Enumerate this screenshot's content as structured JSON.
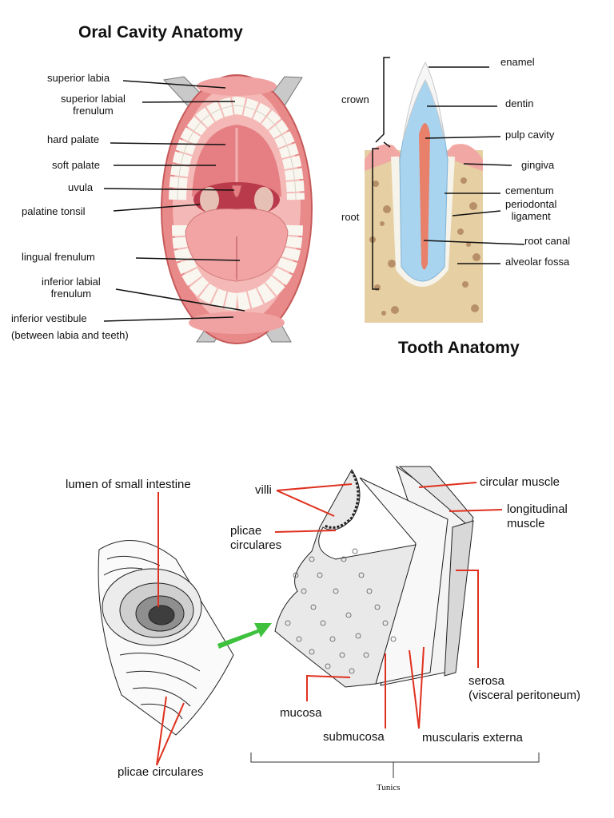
{
  "oral": {
    "title": "Oral Cavity Anatomy",
    "labels": {
      "superior_labia": "superior labia",
      "superior_labial_frenulum": "superior labial\nfrenulum",
      "hard_palate": "hard palate",
      "soft_palate": "soft palate",
      "uvula": "uvula",
      "palatine_tonsil": "palatine tonsil",
      "lingual_frenulum": "lingual frenulum",
      "inferior_labial_frenulum": "inferior labial\nfrenulum",
      "inferior_vestibule": "inferior vestibule",
      "inferior_vestibule_note": "(between labia and teeth)"
    }
  },
  "tooth": {
    "title": "Tooth Anatomy",
    "labels": {
      "crown": "crown",
      "root": "root",
      "enamel": "enamel",
      "dentin": "dentin",
      "pulp_cavity": "pulp cavity",
      "gingiva": "gingiva",
      "cementum": "cementum",
      "periodontal_ligament": "periodontal\nligament",
      "root_canal": "root canal",
      "alveolar_fossa": "alveolar fossa"
    }
  },
  "intestine": {
    "labels": {
      "lumen": "lumen of small intestine",
      "villi": "villi",
      "plicae_circulares_top": "plicae\ncirculares",
      "circular_muscle": "circular muscle",
      "longitudinal_muscle": "longitudinal\nmuscle",
      "serosa": "serosa\n(visceral peritoneum)",
      "mucosa": "mucosa",
      "submucosa": "submucosa",
      "muscularis_externa": "muscularis externa",
      "plicae_circulares_bottom": "plicae circulares",
      "tunics": "Tunics"
    }
  },
  "colors": {
    "lip": "#e98a8a",
    "mouth_dark": "#b93a4a",
    "tongue": "#f2a3a3",
    "dentin": "#a9d4ef",
    "pulp": "#e8806a",
    "bone": "#e6cfa3",
    "leader_red": "#e0301e",
    "arrow_green": "#3ec23e"
  }
}
